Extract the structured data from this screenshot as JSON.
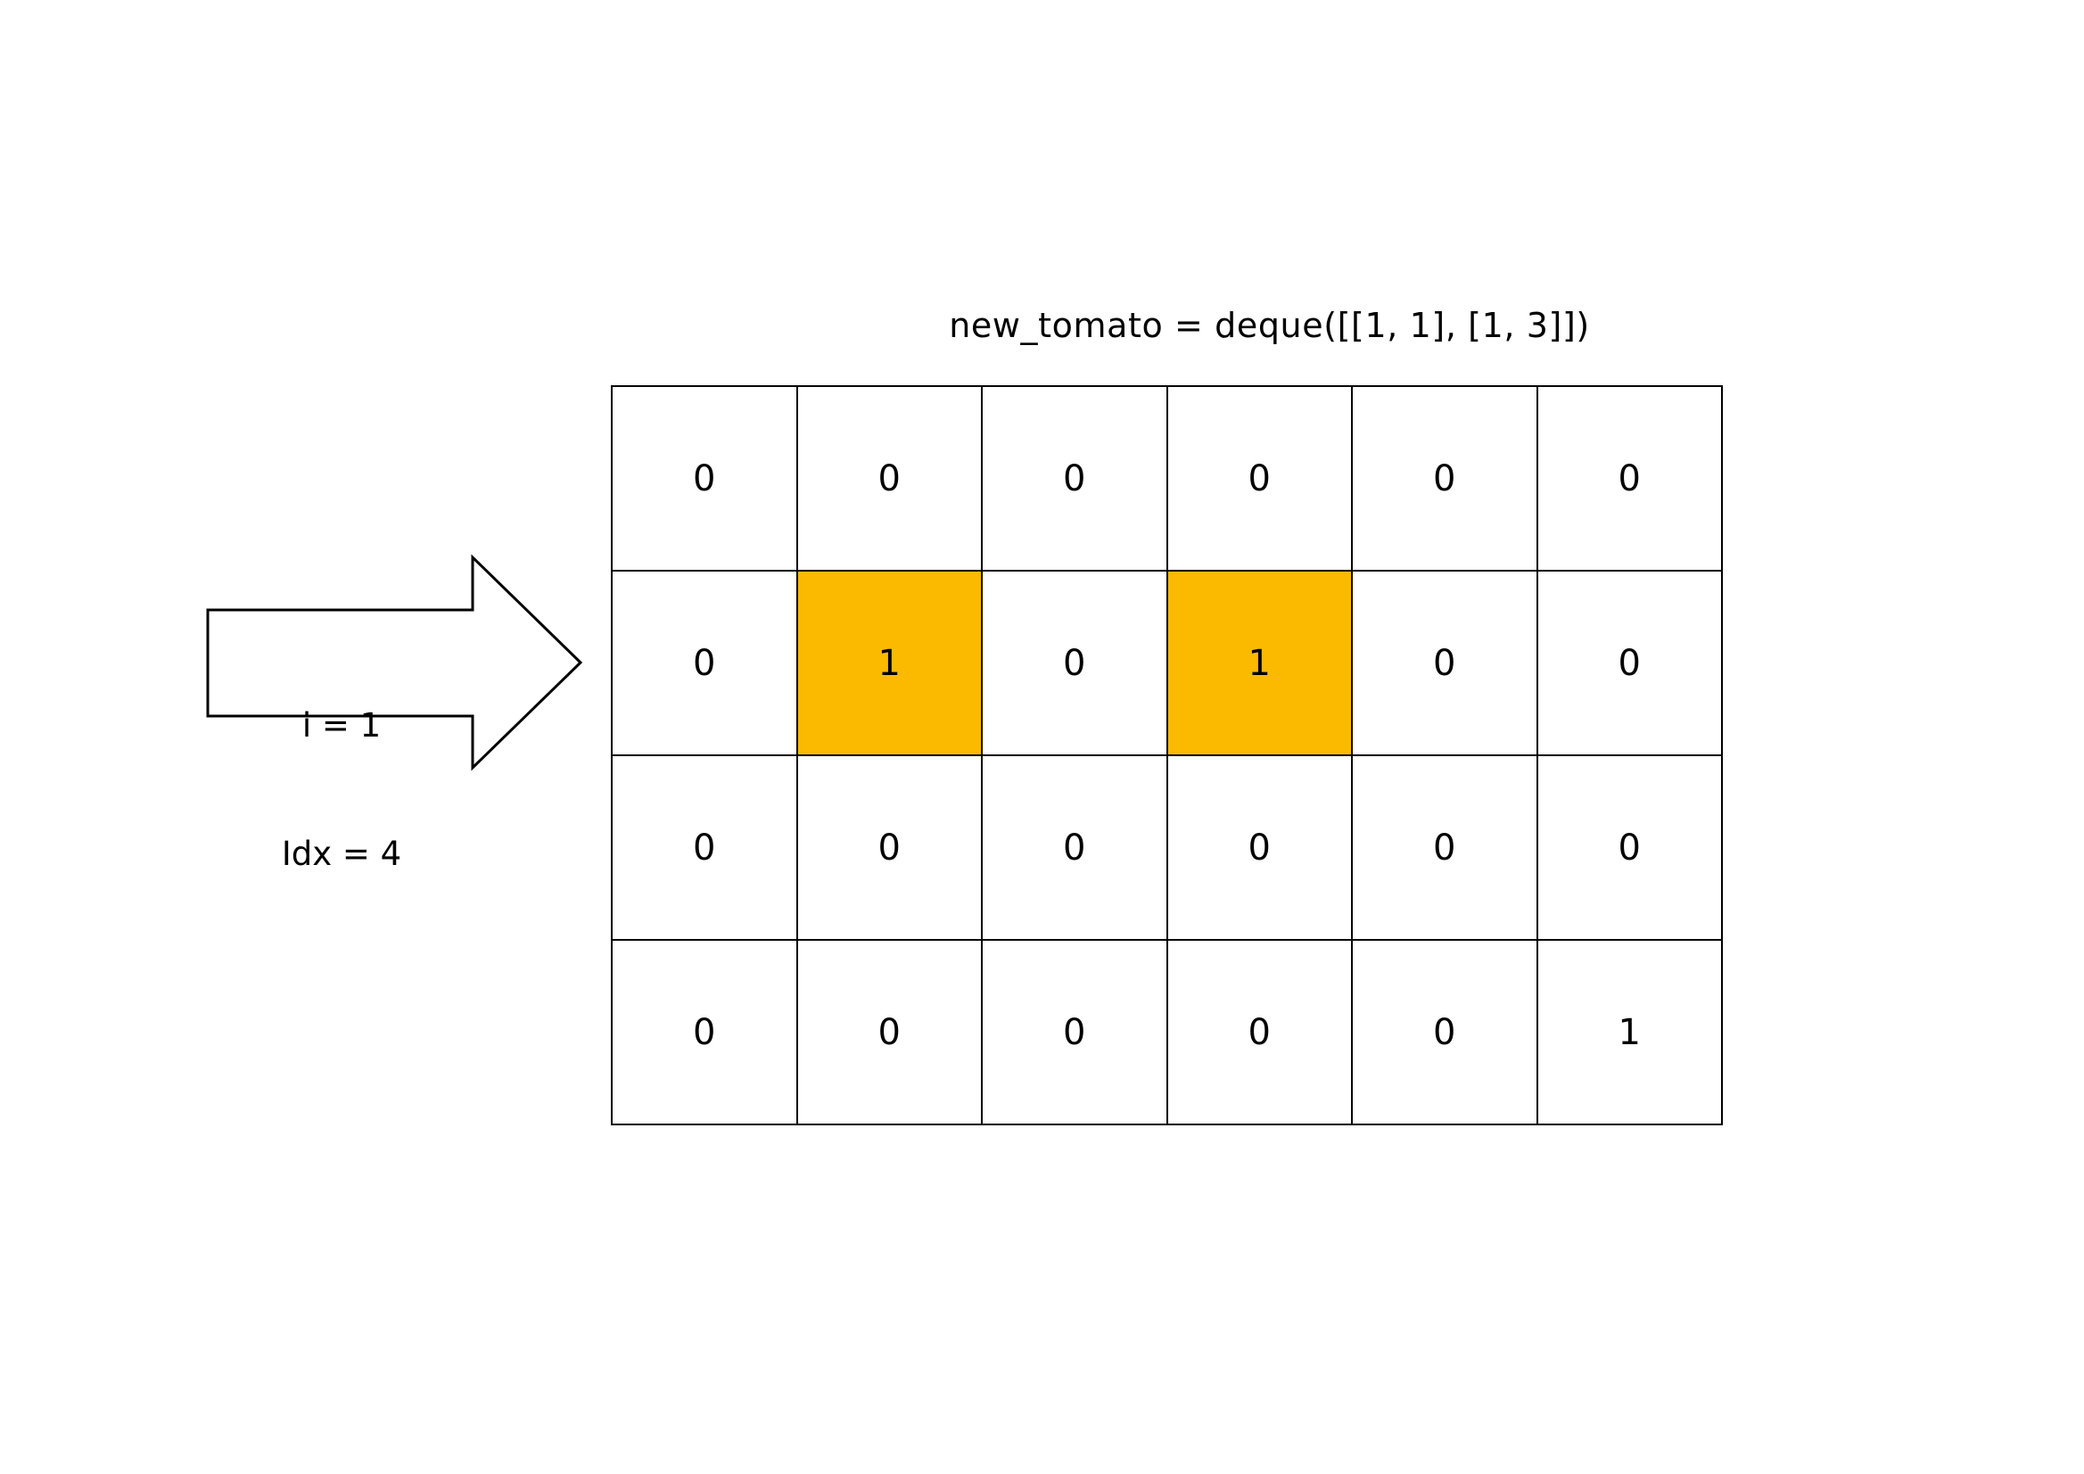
{
  "title": {
    "text": "new_tomato = deque([[1, 1], [1, 3]])"
  },
  "arrow": {
    "name": "step-indicator-arrow",
    "line1": "i = 1",
    "line2": "Idx = 4",
    "fill_color": "#FFFFFF",
    "stroke_color": "#000000"
  },
  "grid": {
    "rows": 4,
    "cols": 6,
    "border_color": "#000000",
    "cell_background": "#FFFFFF",
    "highlight_color": "#FBBA00",
    "cells": [
      [
        {
          "value": "0",
          "highlight": false
        },
        {
          "value": "0",
          "highlight": false
        },
        {
          "value": "0",
          "highlight": false
        },
        {
          "value": "0",
          "highlight": false
        },
        {
          "value": "0",
          "highlight": false
        },
        {
          "value": "0",
          "highlight": false
        }
      ],
      [
        {
          "value": "0",
          "highlight": false
        },
        {
          "value": "1",
          "highlight": true
        },
        {
          "value": "0",
          "highlight": false
        },
        {
          "value": "1",
          "highlight": true
        },
        {
          "value": "0",
          "highlight": false
        },
        {
          "value": "0",
          "highlight": false
        }
      ],
      [
        {
          "value": "0",
          "highlight": false
        },
        {
          "value": "0",
          "highlight": false
        },
        {
          "value": "0",
          "highlight": false
        },
        {
          "value": "0",
          "highlight": false
        },
        {
          "value": "0",
          "highlight": false
        },
        {
          "value": "0",
          "highlight": false
        }
      ],
      [
        {
          "value": "0",
          "highlight": false
        },
        {
          "value": "0",
          "highlight": false
        },
        {
          "value": "0",
          "highlight": false
        },
        {
          "value": "0",
          "highlight": false
        },
        {
          "value": "0",
          "highlight": false
        },
        {
          "value": "1",
          "highlight": false
        }
      ]
    ]
  }
}
